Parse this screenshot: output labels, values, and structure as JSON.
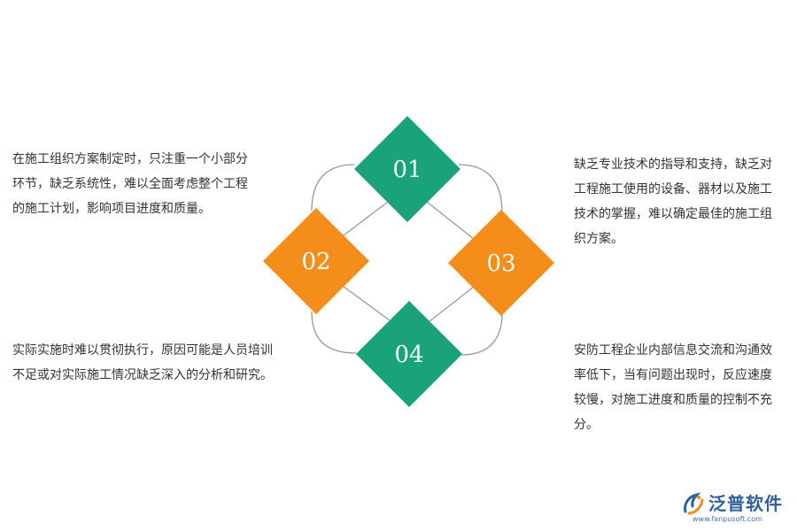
{
  "diagram": {
    "nodes": [
      {
        "label": "01",
        "color": "#1aa37a"
      },
      {
        "label": "02",
        "color": "#f58d1a"
      },
      {
        "label": "03",
        "color": "#f58d1a"
      },
      {
        "label": "04",
        "color": "#1aa37a"
      }
    ],
    "connector_color": "#999999"
  },
  "texts": {
    "item_1": "在施工组织方案制定时，只注重一个小部分环节，缺乏系统性，难以全面考虑整个工程的施工计划，影响项目进度和质量。",
    "item_2": "实际实施时难以贯彻执行，原因可能是人员培训不足或对实际施工情况缺乏深入的分析和研究。",
    "item_3": "缺乏专业技术的指导和支持，缺乏对工程施工使用的设备、器材以及施工技术的掌握，难以确定最佳的施工组织方案。",
    "item_4": "安防工程企业内部信息交流和沟通效率低下，当有问题出现时，反应速度较慢，对施工进度和质量的控制不充分。"
  },
  "logo": {
    "name": "泛普软件",
    "url": "www.fanpusoft.com"
  }
}
